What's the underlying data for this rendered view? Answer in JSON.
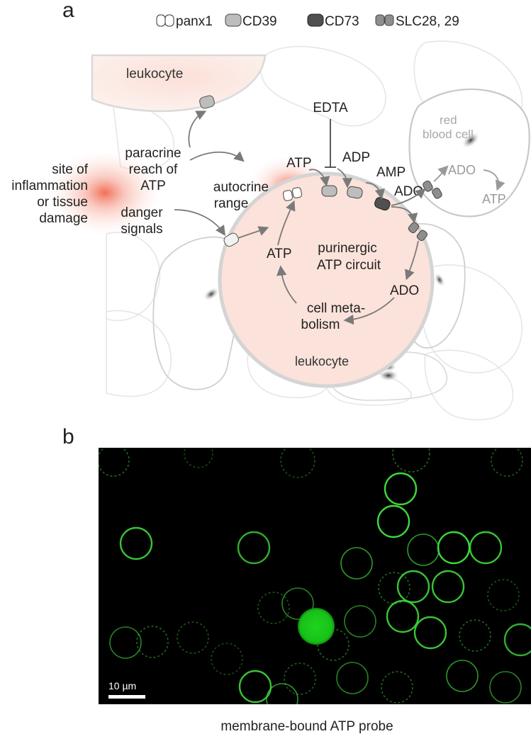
{
  "panel_a": {
    "letter": "a",
    "legend": [
      {
        "label": "panx1",
        "icon": "panx1-channel-icon"
      },
      {
        "label": "CD39",
        "icon": "cd39-enzyme-icon"
      },
      {
        "label": "CD73",
        "icon": "cd73-enzyme-icon"
      },
      {
        "label": "SLC28, 29",
        "icon": "slc-transporter-icon"
      }
    ],
    "top_cell_label": "leukocyte",
    "main_cell_label": "leukocyte",
    "rbc_label_line1": "red",
    "rbc_label_line2": "blood cell",
    "edta": "EDTA",
    "site_lines": [
      "site of",
      "inflammation",
      "or tissue",
      "damage"
    ],
    "paracrine_lines": [
      "paracrine",
      "reach of",
      "ATP"
    ],
    "autocrine_lines": [
      "autocrine",
      "range"
    ],
    "danger_lines": [
      "danger",
      "signals"
    ],
    "atp_extracellular": "ATP",
    "adp": "ADP",
    "amp": "AMP",
    "ado_outer": "ADO",
    "ado_rbc": "ADO",
    "atp_rbc": "ATP",
    "atp_intracellular": "ATP",
    "circuit_lines": [
      "purinergic",
      "ATP circuit"
    ],
    "ado_inner": "ADO",
    "metabolism_lines": [
      "cell meta-",
      "bolism"
    ],
    "colors": {
      "cell_fill": "#fbe2da",
      "inflammation": "#f26e58",
      "arrow": "#7a7a7a",
      "rbc_outline": "#c8c8c8",
      "cd39": "#bdbdbd",
      "cd73": "#505050",
      "slc": "#8e8e8e"
    }
  },
  "panel_b": {
    "letter": "b",
    "scale_bar": "10 µm",
    "caption": "membrane-bound ATP probe",
    "colors": {
      "background": "#000000",
      "membrane": "#3ed83a"
    }
  }
}
